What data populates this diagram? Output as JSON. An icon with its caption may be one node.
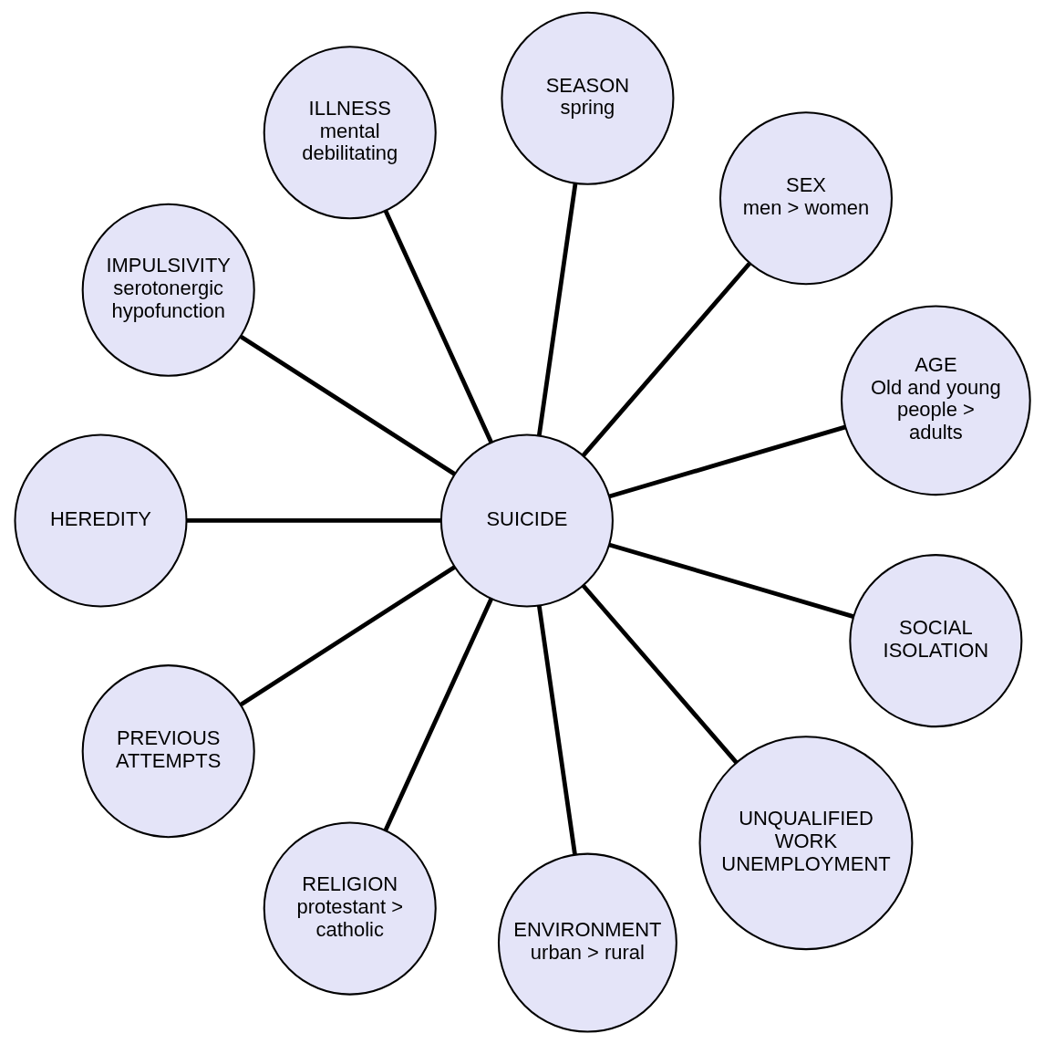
{
  "diagram": {
    "nodes": [
      {
        "text": [
          "SUICIDE"
        ]
      },
      {
        "text": [
          "AGE",
          "Old and young people > adults"
        ]
      },
      {
        "text": [
          "SEX",
          "men > women"
        ]
      },
      {
        "text": [
          "SEASON",
          "spring"
        ]
      },
      {
        "text": [
          "ILLNESS",
          "mental debilitating"
        ]
      },
      {
        "text": [
          "IMPULSIVITY",
          "serotonergic hypofunction"
        ]
      },
      {
        "text": [
          "HEREDITY"
        ]
      },
      {
        "text": [
          "PREVIOUS ATTEMPTS"
        ]
      },
      {
        "text": [
          "RELIGION",
          "protestant > catholic"
        ]
      },
      {
        "text": [
          "ENVIRONMENT",
          "urban > rural"
        ]
      },
      {
        "text": [
          "UNQUALIFIED WORK UNEMPLOYMENT"
        ]
      },
      {
        "text": [
          "SOCIAL ISOLATION"
        ]
      }
    ],
    "edges": [
      {
        "from": 0,
        "to": 1,
        "arrow": "none"
      },
      {
        "from": 0,
        "to": 2,
        "arrow": "none"
      },
      {
        "from": 0,
        "to": 3,
        "arrow": "none"
      },
      {
        "from": 0,
        "to": 4,
        "arrow": "none"
      },
      {
        "from": 0,
        "to": 5,
        "arrow": "none"
      },
      {
        "from": 0,
        "to": 6,
        "arrow": "none"
      },
      {
        "from": 0,
        "to": 7,
        "arrow": "none"
      },
      {
        "from": 0,
        "to": 8,
        "arrow": "none"
      },
      {
        "from": 0,
        "to": 9,
        "arrow": "none"
      },
      {
        "from": 0,
        "to": 10,
        "arrow": "none"
      },
      {
        "from": 0,
        "to": 11,
        "arrow": "none"
      }
    ]
  }
}
